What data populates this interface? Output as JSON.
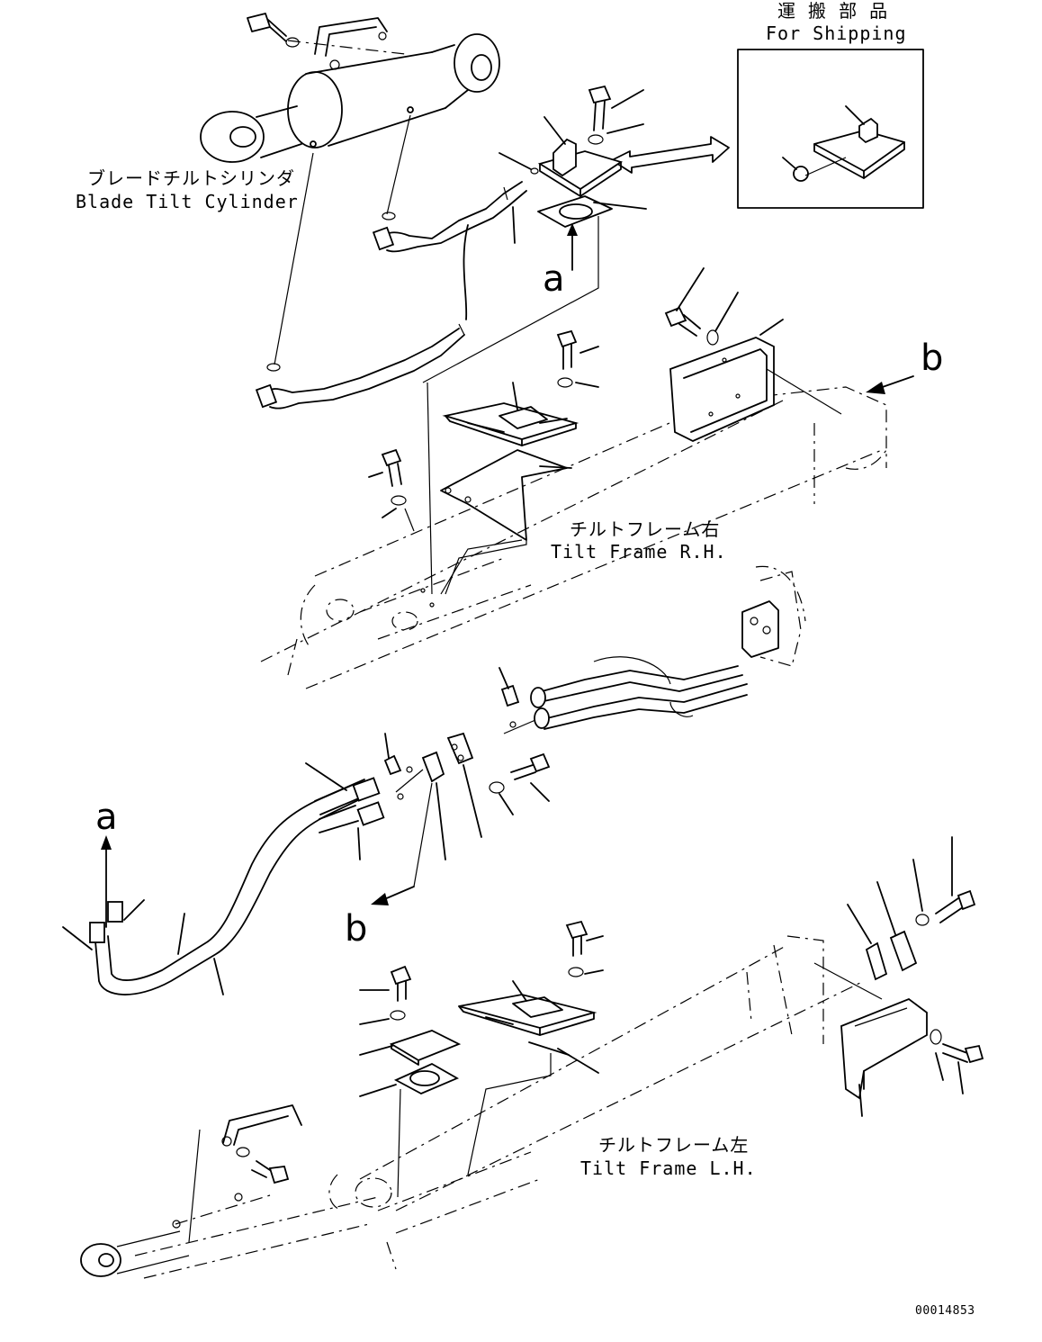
{
  "shipping_box": {
    "title_jp": "運 搬 部 品",
    "title_en": "For Shipping"
  },
  "labels": {
    "blade_tilt_cylinder_jp": "ブレードチルトシリンダ",
    "blade_tilt_cylinder_en": "Blade Tilt Cylinder",
    "tilt_frame_rh_jp": "チルトフレーム右",
    "tilt_frame_rh_en": "Tilt Frame R.H.",
    "tilt_frame_lh_jp": "チルトフレーム左",
    "tilt_frame_lh_en": "Tilt Frame L.H."
  },
  "markers": {
    "a_top": "a",
    "a_left": "a",
    "b_right": "b",
    "b_bottom": "b"
  },
  "drawing_number": "00014853"
}
